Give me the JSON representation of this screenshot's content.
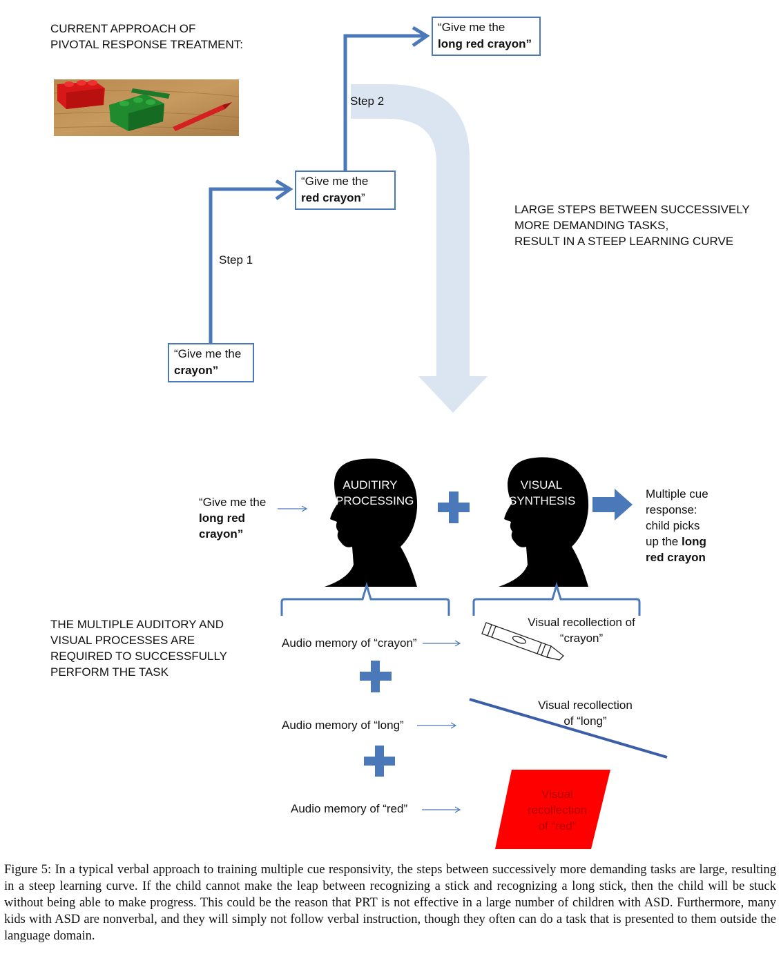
{
  "header": {
    "title_line1": "CURRENT APPROACH OF",
    "title_line2": "PIVOTAL RESPONSE TREATMENT:"
  },
  "steps": {
    "box1_line1": "“Give me the",
    "box1_bold": "crayon”",
    "box2_line1": "“Give me the",
    "box2_bold": "red crayon",
    "box2_tail": "”",
    "box3_line1": "“Give me the",
    "box3_bold": "long red crayon”",
    "step1": "Step 1",
    "step2": "Step 2"
  },
  "large_steps_note": {
    "line1": "LARGE STEPS BETWEEN SUCCESSIVELY",
    "line2": "MORE DEMANDING TASKS,",
    "line3": "RESULT IN A STEEP LEARNING CURVE"
  },
  "process": {
    "instruction_line1": "“Give me the",
    "instruction_bold1": "long red",
    "instruction_bold2": "crayon”",
    "head1_line1": "AUDITIRY",
    "head1_line2": "PROCESSING",
    "head2_line1": "VISUAL",
    "head2_line2": "SYNTHESIS",
    "response_line1": "Multiple cue",
    "response_line2": "response:",
    "response_line3": "child picks",
    "response_line4_plain": "up the ",
    "response_line4_bold": "long",
    "response_line5_bold": "red crayon"
  },
  "multiple_note": {
    "line1": "THE MULTIPLE AUDITORY AND",
    "line2": "VISUAL PROCESSES ARE",
    "line3": "REQUIRED TO SUCCESSFULLY",
    "line4": "PERFORM THE TASK"
  },
  "memory": {
    "audio_crayon": "Audio memory of “crayon”",
    "audio_long": "Audio memory of “long”",
    "audio_red": "Audio memory of “red”",
    "visual_crayon_line1": "Visual recollection of",
    "visual_crayon_line2": "“crayon”",
    "visual_long_line1": "Visual recollection",
    "visual_long_line2": "of  “long”",
    "visual_red_line1": "Visual",
    "visual_red_line2": "recollection",
    "visual_red_line3": "of “red”"
  },
  "caption": {
    "label": "Figure 5:",
    "text": " In a typical verbal approach to training multiple cue responsivity, the steps between successively more demanding tasks are large, resulting in a steep learning curve. If the child cannot make the leap between recognizing a stick and recognizing a long stick, then the child will be stuck without being able to make progress. This could be the reason that PRT is not effective in a large number of children with ASD. Furthermore, many kids with ASD are nonverbal, and they will simply not follow verbal instruction, though they often can do a task that is presented to them outside the language domain."
  },
  "colors": {
    "accent_blue": "#4a78b8",
    "light_blue": "#dbe5f1",
    "red": "#ff0000",
    "silhouette": "#000000"
  },
  "icons": [
    "toy-photo",
    "head-silhouette-icon",
    "plus-icon",
    "right-arrow-icon",
    "crayon-icon",
    "stick-icon",
    "red-parallelogram-icon"
  ]
}
